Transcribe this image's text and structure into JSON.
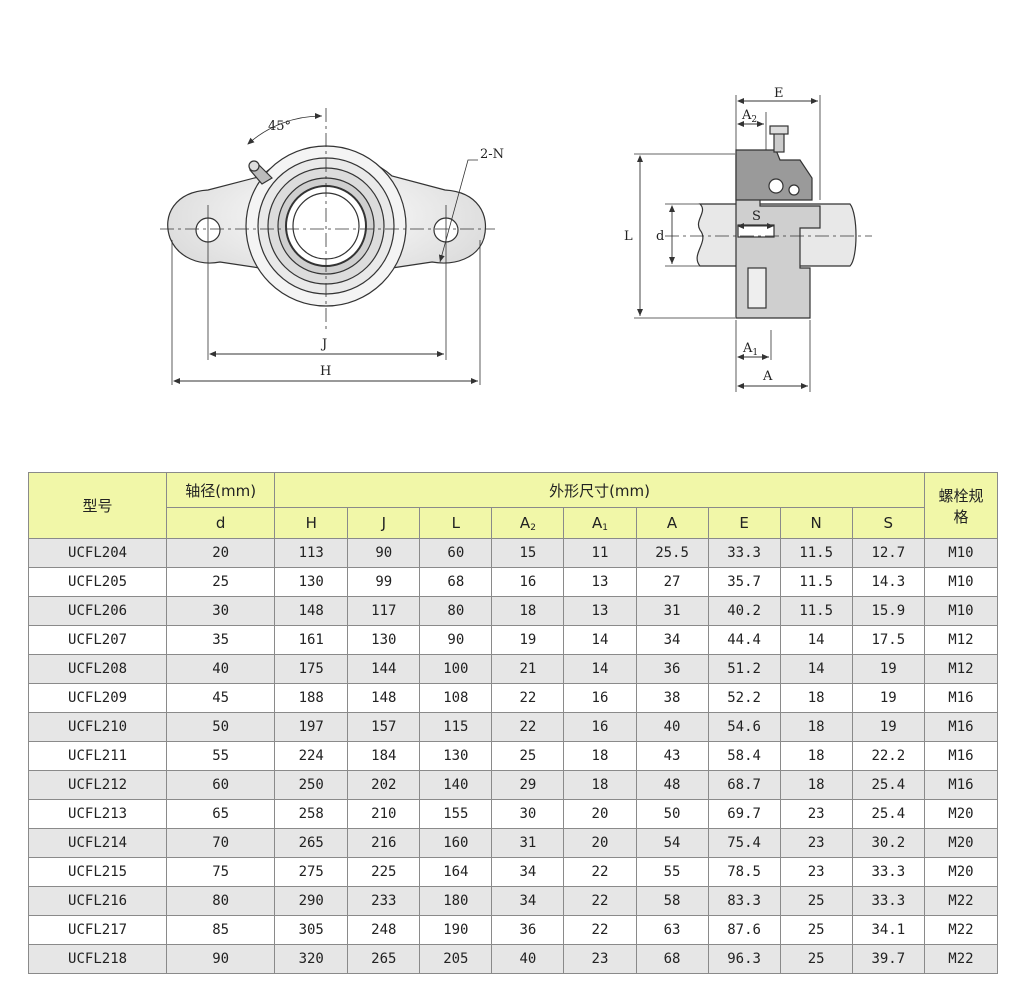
{
  "drawing": {
    "front_view_labels": {
      "angle": "45°",
      "bolt_hole": "2-N",
      "J": "J",
      "H": "H"
    },
    "side_view_labels": {
      "E": "E",
      "A2": "A2",
      "L": "L",
      "d": "d",
      "S": "S",
      "A1": "A1",
      "A": "A"
    }
  },
  "table": {
    "headers": {
      "model": "型号",
      "shaft_diameter": "轴径(mm)",
      "dimensions": "外形尺寸(mm)",
      "bolt_spec": "螺栓规格",
      "d": "d",
      "H": "H",
      "J": "J",
      "L": "L",
      "A2": "A",
      "A2_sub": "2",
      "A1": "A",
      "A1_sub": "1",
      "A": "A",
      "E": "E",
      "N": "N",
      "S": "S"
    },
    "rows": [
      [
        "UCFL204",
        "20",
        "113",
        "90",
        "60",
        "15",
        "11",
        "25.5",
        "33.3",
        "11.5",
        "12.7",
        "M10"
      ],
      [
        "UCFL205",
        "25",
        "130",
        "99",
        "68",
        "16",
        "13",
        "27",
        "35.7",
        "11.5",
        "14.3",
        "M10"
      ],
      [
        "UCFL206",
        "30",
        "148",
        "117",
        "80",
        "18",
        "13",
        "31",
        "40.2",
        "11.5",
        "15.9",
        "M10"
      ],
      [
        "UCFL207",
        "35",
        "161",
        "130",
        "90",
        "19",
        "14",
        "34",
        "44.4",
        "14",
        "17.5",
        "M12"
      ],
      [
        "UCFL208",
        "40",
        "175",
        "144",
        "100",
        "21",
        "14",
        "36",
        "51.2",
        "14",
        "19",
        "M12"
      ],
      [
        "UCFL209",
        "45",
        "188",
        "148",
        "108",
        "22",
        "16",
        "38",
        "52.2",
        "18",
        "19",
        "M16"
      ],
      [
        "UCFL210",
        "50",
        "197",
        "157",
        "115",
        "22",
        "16",
        "40",
        "54.6",
        "18",
        "19",
        "M16"
      ],
      [
        "UCFL211",
        "55",
        "224",
        "184",
        "130",
        "25",
        "18",
        "43",
        "58.4",
        "18",
        "22.2",
        "M16"
      ],
      [
        "UCFL212",
        "60",
        "250",
        "202",
        "140",
        "29",
        "18",
        "48",
        "68.7",
        "18",
        "25.4",
        "M16"
      ],
      [
        "UCFL213",
        "65",
        "258",
        "210",
        "155",
        "30",
        "20",
        "50",
        "69.7",
        "23",
        "25.4",
        "M20"
      ],
      [
        "UCFL214",
        "70",
        "265",
        "216",
        "160",
        "31",
        "20",
        "54",
        "75.4",
        "23",
        "30.2",
        "M20"
      ],
      [
        "UCFL215",
        "75",
        "275",
        "225",
        "164",
        "34",
        "22",
        "55",
        "78.5",
        "23",
        "33.3",
        "M20"
      ],
      [
        "UCFL216",
        "80",
        "290",
        "233",
        "180",
        "34",
        "22",
        "58",
        "83.3",
        "25",
        "33.3",
        "M22"
      ],
      [
        "UCFL217",
        "85",
        "305",
        "248",
        "190",
        "36",
        "22",
        "63",
        "87.6",
        "25",
        "34.1",
        "M22"
      ],
      [
        "UCFL218",
        "90",
        "320",
        "265",
        "205",
        "40",
        "23",
        "68",
        "96.3",
        "25",
        "39.7",
        "M22"
      ]
    ]
  }
}
